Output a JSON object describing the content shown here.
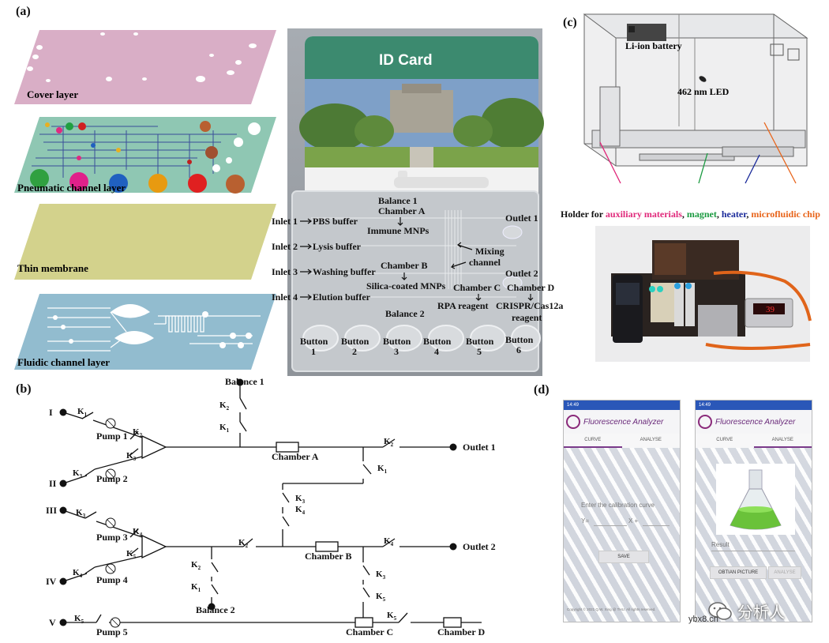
{
  "panels": {
    "a": "(a)",
    "b": "(b)",
    "c": "(c)",
    "d": "(d)"
  },
  "layers": [
    "Cover layer",
    "Pneumatic channel layer",
    "Thin membrane",
    "Fluidic channel layer"
  ],
  "chip": {
    "card_title": "ID Card",
    "balance1": "Balance 1",
    "chamber_a": "Chamber A",
    "immune": "Immune MNPs",
    "outlet1": "Outlet 1",
    "inlet1": "Inlet 1",
    "pbs": "PBS buffer",
    "inlet2": "Inlet 2",
    "lysis": "Lysis buffer",
    "mixing": "Mixing",
    "channel": "channel",
    "inlet3": "Inlet 3",
    "washing": "Washing buffer",
    "chamber_b": "Chamber B",
    "silica": "Silica-coated MNPs",
    "outlet2": "Outlet 2",
    "chamber_c": "Chamber C",
    "chamber_d": "Chamber D",
    "inlet4": "Inlet 4",
    "elution": "Elution buffer",
    "rpa": "RPA reagent",
    "crispr": "CRISPR/Cas12a",
    "reagent": "reagent",
    "balance2": "Balance 2",
    "buttons": [
      "Button",
      "Button",
      "Button",
      "Button",
      "Button",
      "Button"
    ],
    "button_nums": [
      "1",
      "2",
      "3",
      "4",
      "5",
      "6"
    ]
  },
  "device": {
    "battery": "Li-ion battery",
    "led": "462 nm LED",
    "holder": "Holder for",
    "aux": "auxiliary materials",
    "magnet": "magnet",
    "heater": "heater",
    "chip": "microfluidic chip",
    "sep1": ",",
    "sep2": ",",
    "sep3": ",",
    "display_value": "39",
    "colors": {
      "aux": "#e0287a",
      "magnet": "#1a9a40",
      "heater": "#1a2a9a",
      "chip": "#e8641a"
    }
  },
  "circuit": {
    "balance1": "Balance 1",
    "balance2": "Balance 2",
    "outlet1": "Outlet 1",
    "outlet2": "Outlet 2",
    "chamber_a": "Chamber A",
    "chamber_b": "Chamber B",
    "chamber_c": "Chamber C",
    "chamber_d": "Chamber D",
    "inlets": [
      "I",
      "II",
      "III",
      "IV",
      "V"
    ],
    "pumps": [
      "Pump 1",
      "Pump 2",
      "Pump 3",
      "Pump 4",
      "Pump 5"
    ],
    "k": "K",
    "subs": {
      "k1": "1",
      "k2": "2",
      "k3": "3",
      "k4": "4",
      "k5": "5"
    }
  },
  "app": {
    "status_time": "14:49",
    "title": "Fluorescence Analyzer",
    "tab_curve": "CURVE",
    "tab_analyse": "ANALYSE",
    "enter": "Enter the calibration curve",
    "y_eq": "Y=",
    "x_plus": "X +",
    "save": "SAVE",
    "copyright": "Copyright © 2021 Q.W. Xing @ THU. All rights reserved.",
    "result": "Result",
    "obtain": "OBTIAN PICTURE",
    "analyse_btn": "ANALYSE"
  },
  "watermark": {
    "brand": "分析人",
    "site": "ybx8.cn"
  }
}
